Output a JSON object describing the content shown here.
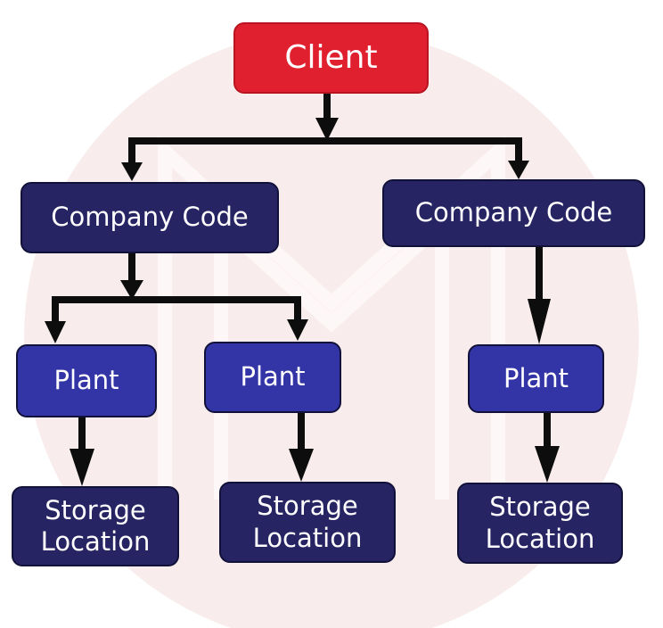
{
  "diagram": {
    "client": "Client",
    "company_code_left": "Company Code",
    "company_code_right": "Company Code",
    "plant_1": "Plant",
    "plant_2": "Plant",
    "plant_3": "Plant",
    "storage_1": "Storage\nLocation",
    "storage_2": "Storage\nLocation",
    "storage_3": "Storage\nLocation"
  },
  "colors": {
    "client": "#e0202e",
    "company_code": "#262462",
    "plant": "#3335a6",
    "storage_location": "#262462",
    "connector": "#0d0d0d",
    "watermark": "#f8ecec"
  }
}
